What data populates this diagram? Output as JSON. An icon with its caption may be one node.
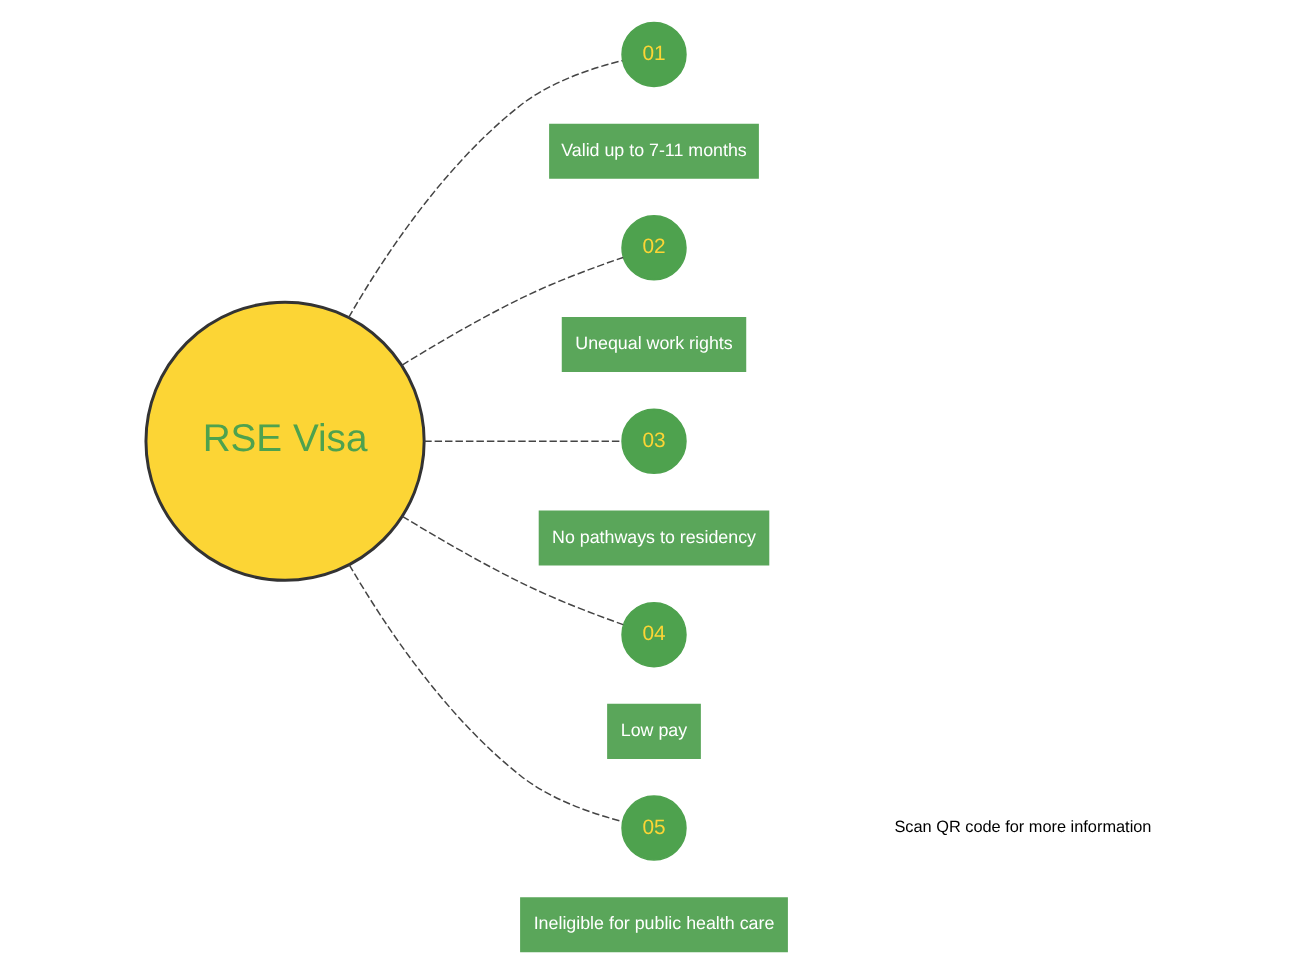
{
  "diagram": {
    "nodes": [
      {
        "text": [
          "RSE Visa"
        ]
      },
      {
        "text": [
          "01"
        ],
        "beside": [
          "Valid up to 7-11 months"
        ]
      },
      {
        "text": [
          "02"
        ],
        "beside": [
          "Unequal work rights"
        ]
      },
      {
        "text": [
          "03"
        ],
        "beside": [
          "No pathways to residency"
        ]
      },
      {
        "text": [
          "04"
        ],
        "beside": [
          "Low pay"
        ]
      },
      {
        "text": [
          "05"
        ],
        "beside": [
          "Ineligible for public health care"
        ]
      }
    ],
    "edges": [
      {
        "from": 0,
        "to": 1,
        "arrow": "none",
        "style": "dashed"
      },
      {
        "from": 0,
        "to": 2,
        "arrow": "none",
        "style": "dashed"
      },
      {
        "from": 0,
        "to": 3,
        "arrow": "none",
        "style": "dashed"
      },
      {
        "from": 0,
        "to": 4,
        "arrow": "none",
        "style": "dashed"
      },
      {
        "from": 0,
        "to": 5,
        "arrow": "none",
        "style": "dashed"
      }
    ],
    "labels": [
      "Scan QR code for more information"
    ]
  }
}
